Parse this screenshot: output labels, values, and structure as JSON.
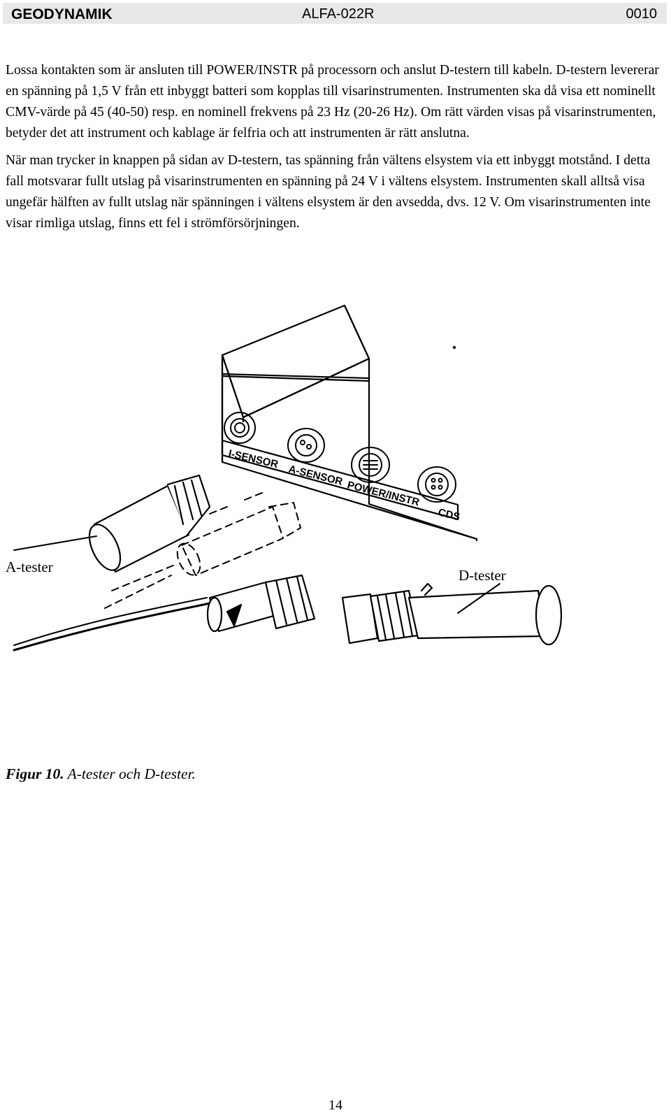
{
  "header": {
    "brand": "GEODYNAMIK",
    "doc_code": "ALFA-022R",
    "doc_number": "0010"
  },
  "paragraphs": [
    "Lossa kontakten som är ansluten till POWER/INSTR på processorn och anslut D-testern till kabeln. D-testern levererar en spänning på 1,5 V från ett inbyggt batteri som kopplas till visarinstrumenten. Instrumenten ska då visa ett nominellt CMV-värde på 45 (40-50) resp. en nominell frekvens på 23 Hz (20-26 Hz). Om rätt värden visas på visarinstrumenten, betyder det att instrument och kablage är felfria och att instrumenten är rätt anslutna.",
    "När man trycker in knappen på sidan av D-testern, tas spänning från vältens elsystem via ett inbyggt motstånd. I detta fall motsvarar fullt utslag på visarinstrumenten en spänning på 24 V i vältens elsystem. Instrumenten skall alltså visa ungefär hälften av fullt utslag när spänningen i vältens elsystem är den avsedda, dvs. 12 V. Om visarinstrumenten inte visar rimliga utslag, finns ett fel i strömförsörjningen."
  ],
  "figure": {
    "connector_labels": [
      "I-SENSOR",
      "A-SENSOR",
      "POWER/INSTR",
      "CDS"
    ],
    "callout_a": "A-tester",
    "callout_d": "D-tester"
  },
  "caption": {
    "prefix": "Figur 10.",
    "text": " A-tester och D-tester."
  },
  "page_number": "14"
}
